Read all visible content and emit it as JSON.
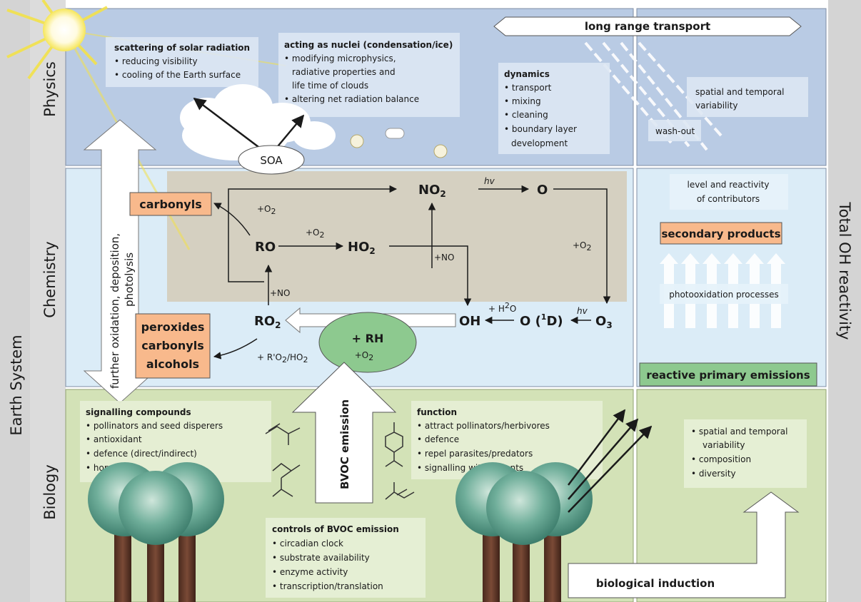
{
  "side_labels": {
    "left_outer": "Earth System",
    "physics": "Physics",
    "chemistry": "Chemistry",
    "biology": "Biology",
    "right_outer": "Total OH reactivity"
  },
  "physics": {
    "scattering": {
      "title": "scattering of solar radiation",
      "items": [
        "• reducing visibility",
        "• cooling of the Earth surface"
      ]
    },
    "nuclei": {
      "title": "acting as nuclei (condensation/ice)",
      "items": [
        "• modifying microphysics,",
        "radiative properties and",
        "life time of clouds",
        "• altering net radiation balance"
      ]
    },
    "dynamics": {
      "title": "dynamics",
      "items": [
        "• transport",
        "• mixing",
        "• cleaning",
        "• boundary layer",
        "development"
      ]
    },
    "long_range": "long range transport",
    "spatial": [
      "spatial and temporal",
      "variability"
    ],
    "washout": "wash-out",
    "soa": "SOA"
  },
  "vertical_arrow_label": [
    "further oxidation, deposition,",
    "photolysis"
  ],
  "chemistry": {
    "carbonyls": "carbonyls",
    "products": [
      "peroxides",
      "carbonyls",
      "alcohols"
    ],
    "RO": "RO",
    "HO2": "HO",
    "HO2_sub": "2",
    "NO2": "NO",
    "NO2_sub": "2",
    "O": "O",
    "O1D": "O (",
    "O1D_sup": "1",
    "O1D_end": "D)",
    "OH": "OH",
    "O3": "O",
    "O3_sub": "3",
    "RO2": "RO",
    "RO2_sub": "2",
    "RH": "+ RH",
    "RH_o2": "+O",
    "hv1": "hv",
    "hv2": "hv",
    "plus_O2_a": "+O",
    "plus_O2_b": "+O",
    "plus_O2_c": "+O",
    "plus_NO_a": "+NO",
    "plus_NO_b": "+NO",
    "plus_H2O": "+ H",
    "plus_H2O_end": "O",
    "plus_RO2": "+ R'O",
    "plus_RO2_end": "/HO",
    "sub2": "2"
  },
  "oh_panel": {
    "level": [
      "level and reactivity",
      "of contributors"
    ],
    "secondary": "secondary products",
    "photo": "photooxidation processes",
    "reactive": "reactive primary emissions"
  },
  "biology": {
    "signalling": {
      "title": "signalling compounds",
      "items": [
        "• pollinators and seed disperers",
        "• antioxidant",
        "• defence (direct/indirect)",
        "• hormones"
      ]
    },
    "bvoc_emission": "BVOC emission",
    "function": {
      "title": "function",
      "items": [
        "• attract pollinators/herbivores",
        "• defence",
        "• repel parasites/predators",
        "• signalling within plants"
      ]
    },
    "controls": {
      "title": "controls of BVOC emission",
      "items": [
        "• circadian clock",
        "• substrate availability",
        "• enzyme activity",
        "• transcription/translation"
      ]
    },
    "right_items": [
      "•  spatial and temporal",
      "variability",
      "•  composition",
      "•  diversity"
    ],
    "induction": "biological induction"
  },
  "colors": {
    "physics_bg": "#b9cbe4",
    "chemistry_bg": "#dbecf7",
    "biology_bg": "#d3e2b7",
    "core_bg": "#d5d0c1",
    "orange": "#f8b98c",
    "green": "#8dc98f",
    "gray_strip": "#d4d4d4"
  }
}
